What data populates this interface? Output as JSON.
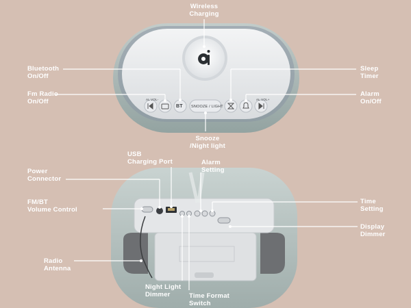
{
  "top_device": {
    "qi_symbol": "qi",
    "buttons": [
      {
        "icon": "previous-icon",
        "label": "AL VOL-"
      },
      {
        "icon": "radio-icon",
        "label": ""
      },
      {
        "icon": "bluetooth-icon",
        "label": "BT"
      },
      {
        "icon": "snooze-light-icon",
        "label": "SNOOZE / LIGHT"
      },
      {
        "icon": "hourglass-icon",
        "label": ""
      },
      {
        "icon": "alarm-bell-icon",
        "label": ""
      },
      {
        "icon": "next-icon",
        "label": "AL VOL+"
      }
    ]
  },
  "callouts": {
    "wireless_charging": "Wireless\nCharging",
    "bluetooth": "Bluetooth\nOn/Off",
    "fm_radio": "Fm Radio\nOn/Off",
    "sleep_timer": "Sleep\nTimer",
    "alarm_onoff": "Alarm\nOn/Off",
    "snooze": "Snooze\n/Night light",
    "usb": "USB\nCharging Port",
    "alarm_setting": "Alarm\nSetting",
    "power": "Power\nConnector",
    "volume": "FM/BT\nVolume Control",
    "time_setting": "Time\nSetting",
    "display_dimmer": "Display\nDimmer",
    "radio_antenna": "Radio\nAntenna",
    "night_light_dimmer": "Night Light\nDimmer",
    "time_format": "Time Format\nSwitch"
  },
  "colors": {
    "background": "#d5bfb3",
    "fabric": "#a9b7b5",
    "panel": "#e6e8ea",
    "text": "#ffffff"
  }
}
